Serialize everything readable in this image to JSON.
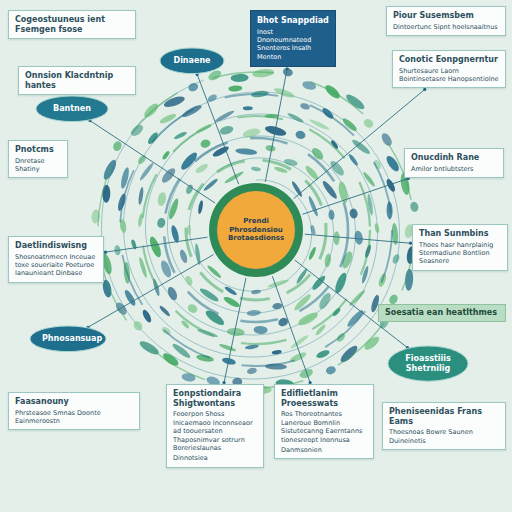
{
  "diagram": {
    "nodes": [
      {
        "text": [
          "Cogeostuuneus ient Fsemgen fsose"
        ]
      },
      {
        "text": [
          "Onnsion Klacdntnip hantes"
        ]
      },
      {
        "text": [
          "Dinaene"
        ]
      },
      {
        "text": [
          "Bhot Snappdiad",
          "Inost Dnoneumnateod Snenteros Insalh Menton"
        ]
      },
      {
        "text": [
          "Piour Susemsbem",
          "Dintoertunc Sipnt hoelsnaaitnus"
        ]
      },
      {
        "text": [
          "Conotic Eonpgnerntur",
          "Shurtesaure Laorn Bointinsetasre Hanopsentiolne"
        ]
      },
      {
        "text": [
          "Bantnen"
        ]
      },
      {
        "text": [
          "Pnotcms",
          "Dnretase Shatiny"
        ]
      },
      {
        "text": [
          "Onucdinh Rane",
          "Amilor bntlubtsters"
        ]
      },
      {
        "text": [
          "Daetlindiswisng",
          "Shosnoatnmecn Inceuae toxe soueriaite Poeturoe Ianaunieant Dinbase"
        ]
      },
      {
        "text": [
          "Than Sunmbins",
          "Thoes hasr hanrplainig Stermadiune Bontlion Seasnere"
        ]
      },
      {
        "text": [
          "Prendi Phrosdensiou Brotaesdionss"
        ]
      },
      {
        "text": [
          "Soesatia ean heatlthmes"
        ]
      },
      {
        "text": [
          "Fioasstiiis Shetrnilig"
        ]
      },
      {
        "text": [
          "Phnosansuap"
        ]
      },
      {
        "text": [
          "Faasanouny",
          "Phrsteasoe Smnas Doonte Eainmeroostn"
        ]
      },
      {
        "text": [
          "Eonpstiondaira Shigtwontans",
          "Feoerpon Shoss Inicaemaoo Inconnseaor ad toouersaten Thaposnimvar sotrurn Borerieslaunas",
          "Dinnotsiea"
        ]
      },
      {
        "text": [
          "Ediflietlanim Proeesswats",
          "Ros Thoreotnantes Laneroue Bomnlin Sistutecanng Eaerntanns tionesreopt Inonnusa",
          "Danmsonien"
        ]
      },
      {
        "text": [
          "Pheniseenidas Frans Eams",
          "Thoesnoas Bowre Saunen Duineinetis"
        ]
      }
    ],
    "edges": [
      {
        "from": 11,
        "to": 2,
        "arrow": "none"
      },
      {
        "from": 11,
        "to": 3,
        "arrow": "none"
      },
      {
        "from": 11,
        "to": 5,
        "arrow": "none"
      },
      {
        "from": 11,
        "to": 6,
        "arrow": "none"
      },
      {
        "from": 11,
        "to": 8,
        "arrow": "none"
      },
      {
        "from": 11,
        "to": 9,
        "arrow": "none"
      },
      {
        "from": 11,
        "to": 10,
        "arrow": "none"
      },
      {
        "from": 11,
        "to": 13,
        "arrow": "none"
      },
      {
        "from": 11,
        "to": 14,
        "arrow": "none"
      },
      {
        "from": 11,
        "to": 16,
        "arrow": "none"
      },
      {
        "from": 11,
        "to": 17,
        "arrow": "none"
      }
    ]
  }
}
